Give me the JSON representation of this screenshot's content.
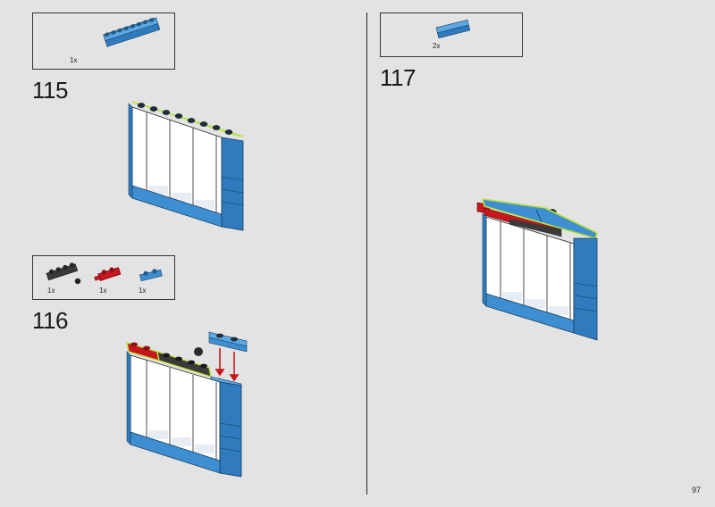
{
  "page": {
    "number": "97"
  },
  "colors": {
    "background": "#e3e3e3",
    "blue": "#3d8fd1",
    "blue_dark": "#1f5d94",
    "red": "#c8161d",
    "dark_gray": "#3a3a3a",
    "highlight": "#b8e23a"
  },
  "steps": [
    {
      "number": "115",
      "parts": [
        {
          "qty": "1x",
          "part": "blue-plate-1x8-icon"
        }
      ]
    },
    {
      "number": "116",
      "parts": [
        {
          "qty": "1x",
          "part": "dark-gray-plate-with-bar-icon"
        },
        {
          "qty": "1x",
          "part": "red-plate-with-clip-icon"
        },
        {
          "qty": "1x",
          "part": "blue-plate-1x2-icon"
        }
      ]
    },
    {
      "number": "117",
      "parts": [
        {
          "qty": "2x",
          "part": "blue-tile-1x4-icon"
        }
      ]
    }
  ]
}
